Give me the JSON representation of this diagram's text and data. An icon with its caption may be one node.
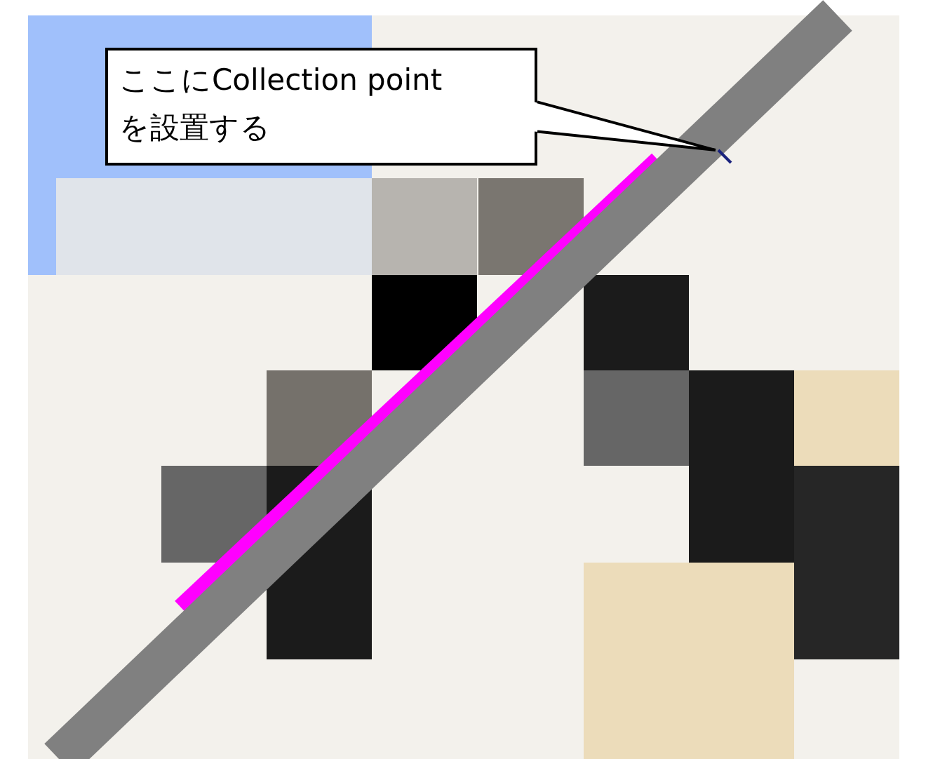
{
  "diagram": {
    "nodes": [
      {
        "text": [
          "ここにCollection pointを設置する"
        ]
      },
      {
        "text": [],
        "shape": "bar"
      }
    ],
    "edges": [
      {
        "from": 0,
        "to": 1,
        "arrow": "none"
      }
    ]
  }
}
